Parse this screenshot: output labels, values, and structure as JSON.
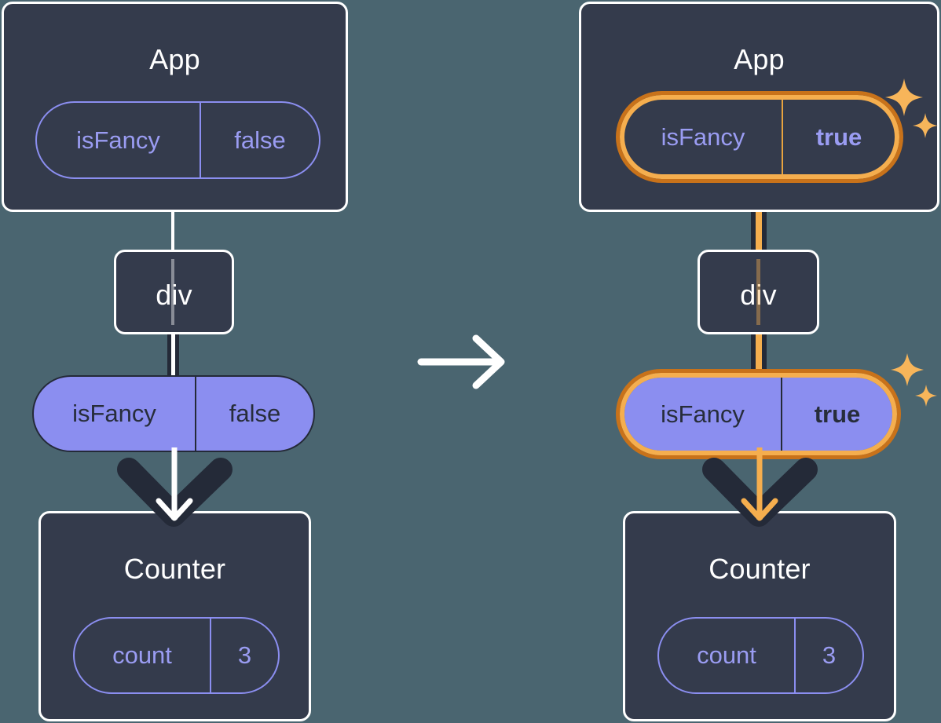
{
  "diagram": {
    "title": "React state propagation before and after update",
    "colors": {
      "background": "#4a6570",
      "card": "#343b4c",
      "card_border": "#ffffff",
      "pill_purple": "#8b8ef0",
      "pill_outline": "#8b8ef0",
      "highlight_outer": "#c8721a",
      "highlight_inner": "#f5ae4e",
      "line_dark": "#242a38",
      "line_light": "#ffffff",
      "sparkle": "#f7b55a"
    },
    "transition_arrow": {
      "name": "right-arrow",
      "direction": "right"
    }
  },
  "panels": [
    {
      "id": "before",
      "app": {
        "title": "App",
        "state_pill": {
          "key": "isFancy",
          "value": "false",
          "highlighted": false,
          "style": "outline"
        }
      },
      "div": {
        "label": "div"
      },
      "prop_pill": {
        "key": "isFancy",
        "value": "false",
        "highlighted": false,
        "style": "filled"
      },
      "counter": {
        "title": "Counter",
        "state_pill": {
          "key": "count",
          "value": "3",
          "highlighted": false,
          "style": "outline"
        }
      },
      "sparkles": false
    },
    {
      "id": "after",
      "app": {
        "title": "App",
        "state_pill": {
          "key": "isFancy",
          "value": "true",
          "highlighted": true,
          "style": "outline"
        }
      },
      "div": {
        "label": "div"
      },
      "prop_pill": {
        "key": "isFancy",
        "value": "true",
        "highlighted": true,
        "style": "filled"
      },
      "counter": {
        "title": "Counter",
        "state_pill": {
          "key": "count",
          "value": "3",
          "highlighted": false,
          "style": "outline"
        }
      },
      "sparkles": true
    }
  ]
}
